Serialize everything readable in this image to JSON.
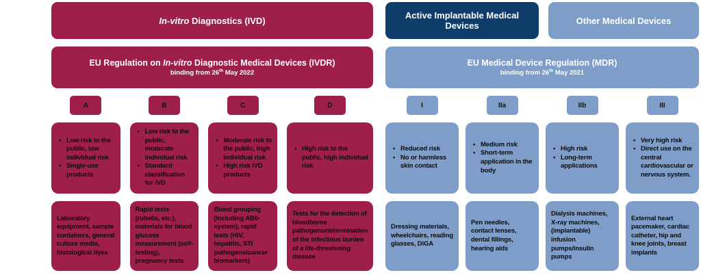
{
  "colors": {
    "crimson": "#9E2048",
    "navy": "#0E3D6B",
    "light_blue": "#7E9DC8"
  },
  "ivd": {
    "header": {
      "italic": "In-vitro",
      "rest": " Diagnostics (IVD)"
    },
    "regulation": {
      "title_pre": "EU Regulation on ",
      "title_italic": "In-vitro",
      "title_post": " Diagnostic Medical Devices (IVDR)",
      "binding_pre": "binding from 26",
      "binding_sup": "th",
      "binding_post": " May 2022"
    },
    "classes": [
      {
        "label": "A",
        "risks": [
          "Low risk to the public, low individual risk",
          "Single-use products"
        ],
        "examples": "Laboratory equipment, sample containers, general culture media, histological dyes"
      },
      {
        "label": "B",
        "risks": [
          "Low risk to the public, moderate individual risk",
          "Standard classification for IVD"
        ],
        "examples": "Rapid tests (rubella, etc.), materials for blood glucose measurement (self-testing), pregnancy tests"
      },
      {
        "label": "C",
        "risks": [
          "Moderate risk to the public, high individual risk",
          "High risk IVD products"
        ],
        "examples": "Blood grouping (including AB0-system), rapid tests (HIV, hepatitis, STI pathogens/cancer biomarkers)"
      },
      {
        "label": "D",
        "risks": [
          "High risk to the public, high individual risk"
        ],
        "examples": "Tests for the detection of bloodborne pathogens/determination of the infectious burden of a life-threatening disease"
      }
    ]
  },
  "mdr": {
    "aimd_header": "Active Implantable Medical Devices",
    "other_header": "Other Medical Devices",
    "regulation": {
      "title": "EU Medical Device Regulation (MDR)",
      "binding_pre": "binding from 26",
      "binding_sup": "th",
      "binding_post": " May 2021"
    },
    "classes": [
      {
        "label": "I",
        "risks": [
          "Reduced risk",
          "No or harmless skin contact"
        ],
        "examples": "Dressing materials, wheelchairs, reading glasses, DiGA"
      },
      {
        "label": "IIa",
        "risks": [
          "Medium risk",
          "Short-term application in the body"
        ],
        "examples": "Pen needles, contact lenses, dental fillings, hearing aids"
      },
      {
        "label": "IIb",
        "risks": [
          "High risk",
          "Long-term applications"
        ],
        "examples": "Dialysis machines, X-ray machines, (implantable) infusion pumps/insulin pumps"
      },
      {
        "label": "III",
        "risks": [
          "Very high risk",
          "Direct use on the central cardiovascular or nervous system."
        ],
        "examples": "External heart pacemaker, cardiac catheter, hip and knee joints, breast implants"
      }
    ]
  }
}
